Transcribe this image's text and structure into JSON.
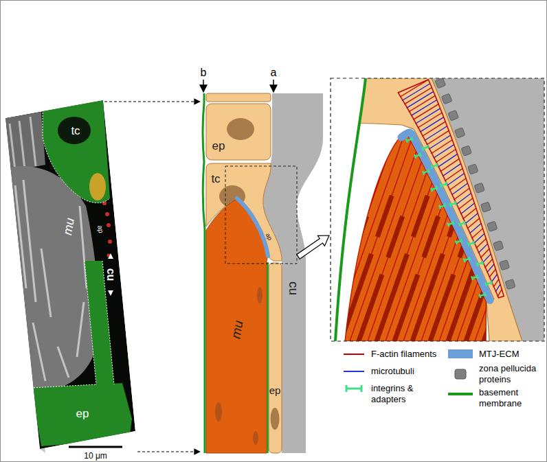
{
  "diagram": {
    "labels": [
      "tc",
      "ap",
      "mu",
      "cu",
      "ep",
      "10 μm",
      "b",
      "a",
      "ep",
      "tc",
      "ap",
      "mu",
      "cu",
      "ep"
    ],
    "legend": [
      {
        "text": "F-actin filaments"
      },
      {
        "text": "microtubuli"
      },
      {
        "text": "integrins & adapters"
      },
      {
        "text": "MTJ-ECM",
        "color": "#6c9fd8"
      },
      {
        "text": "zona pellucida proteins",
        "color": "#808080"
      },
      {
        "text": "basement membrane"
      }
    ]
  }
}
